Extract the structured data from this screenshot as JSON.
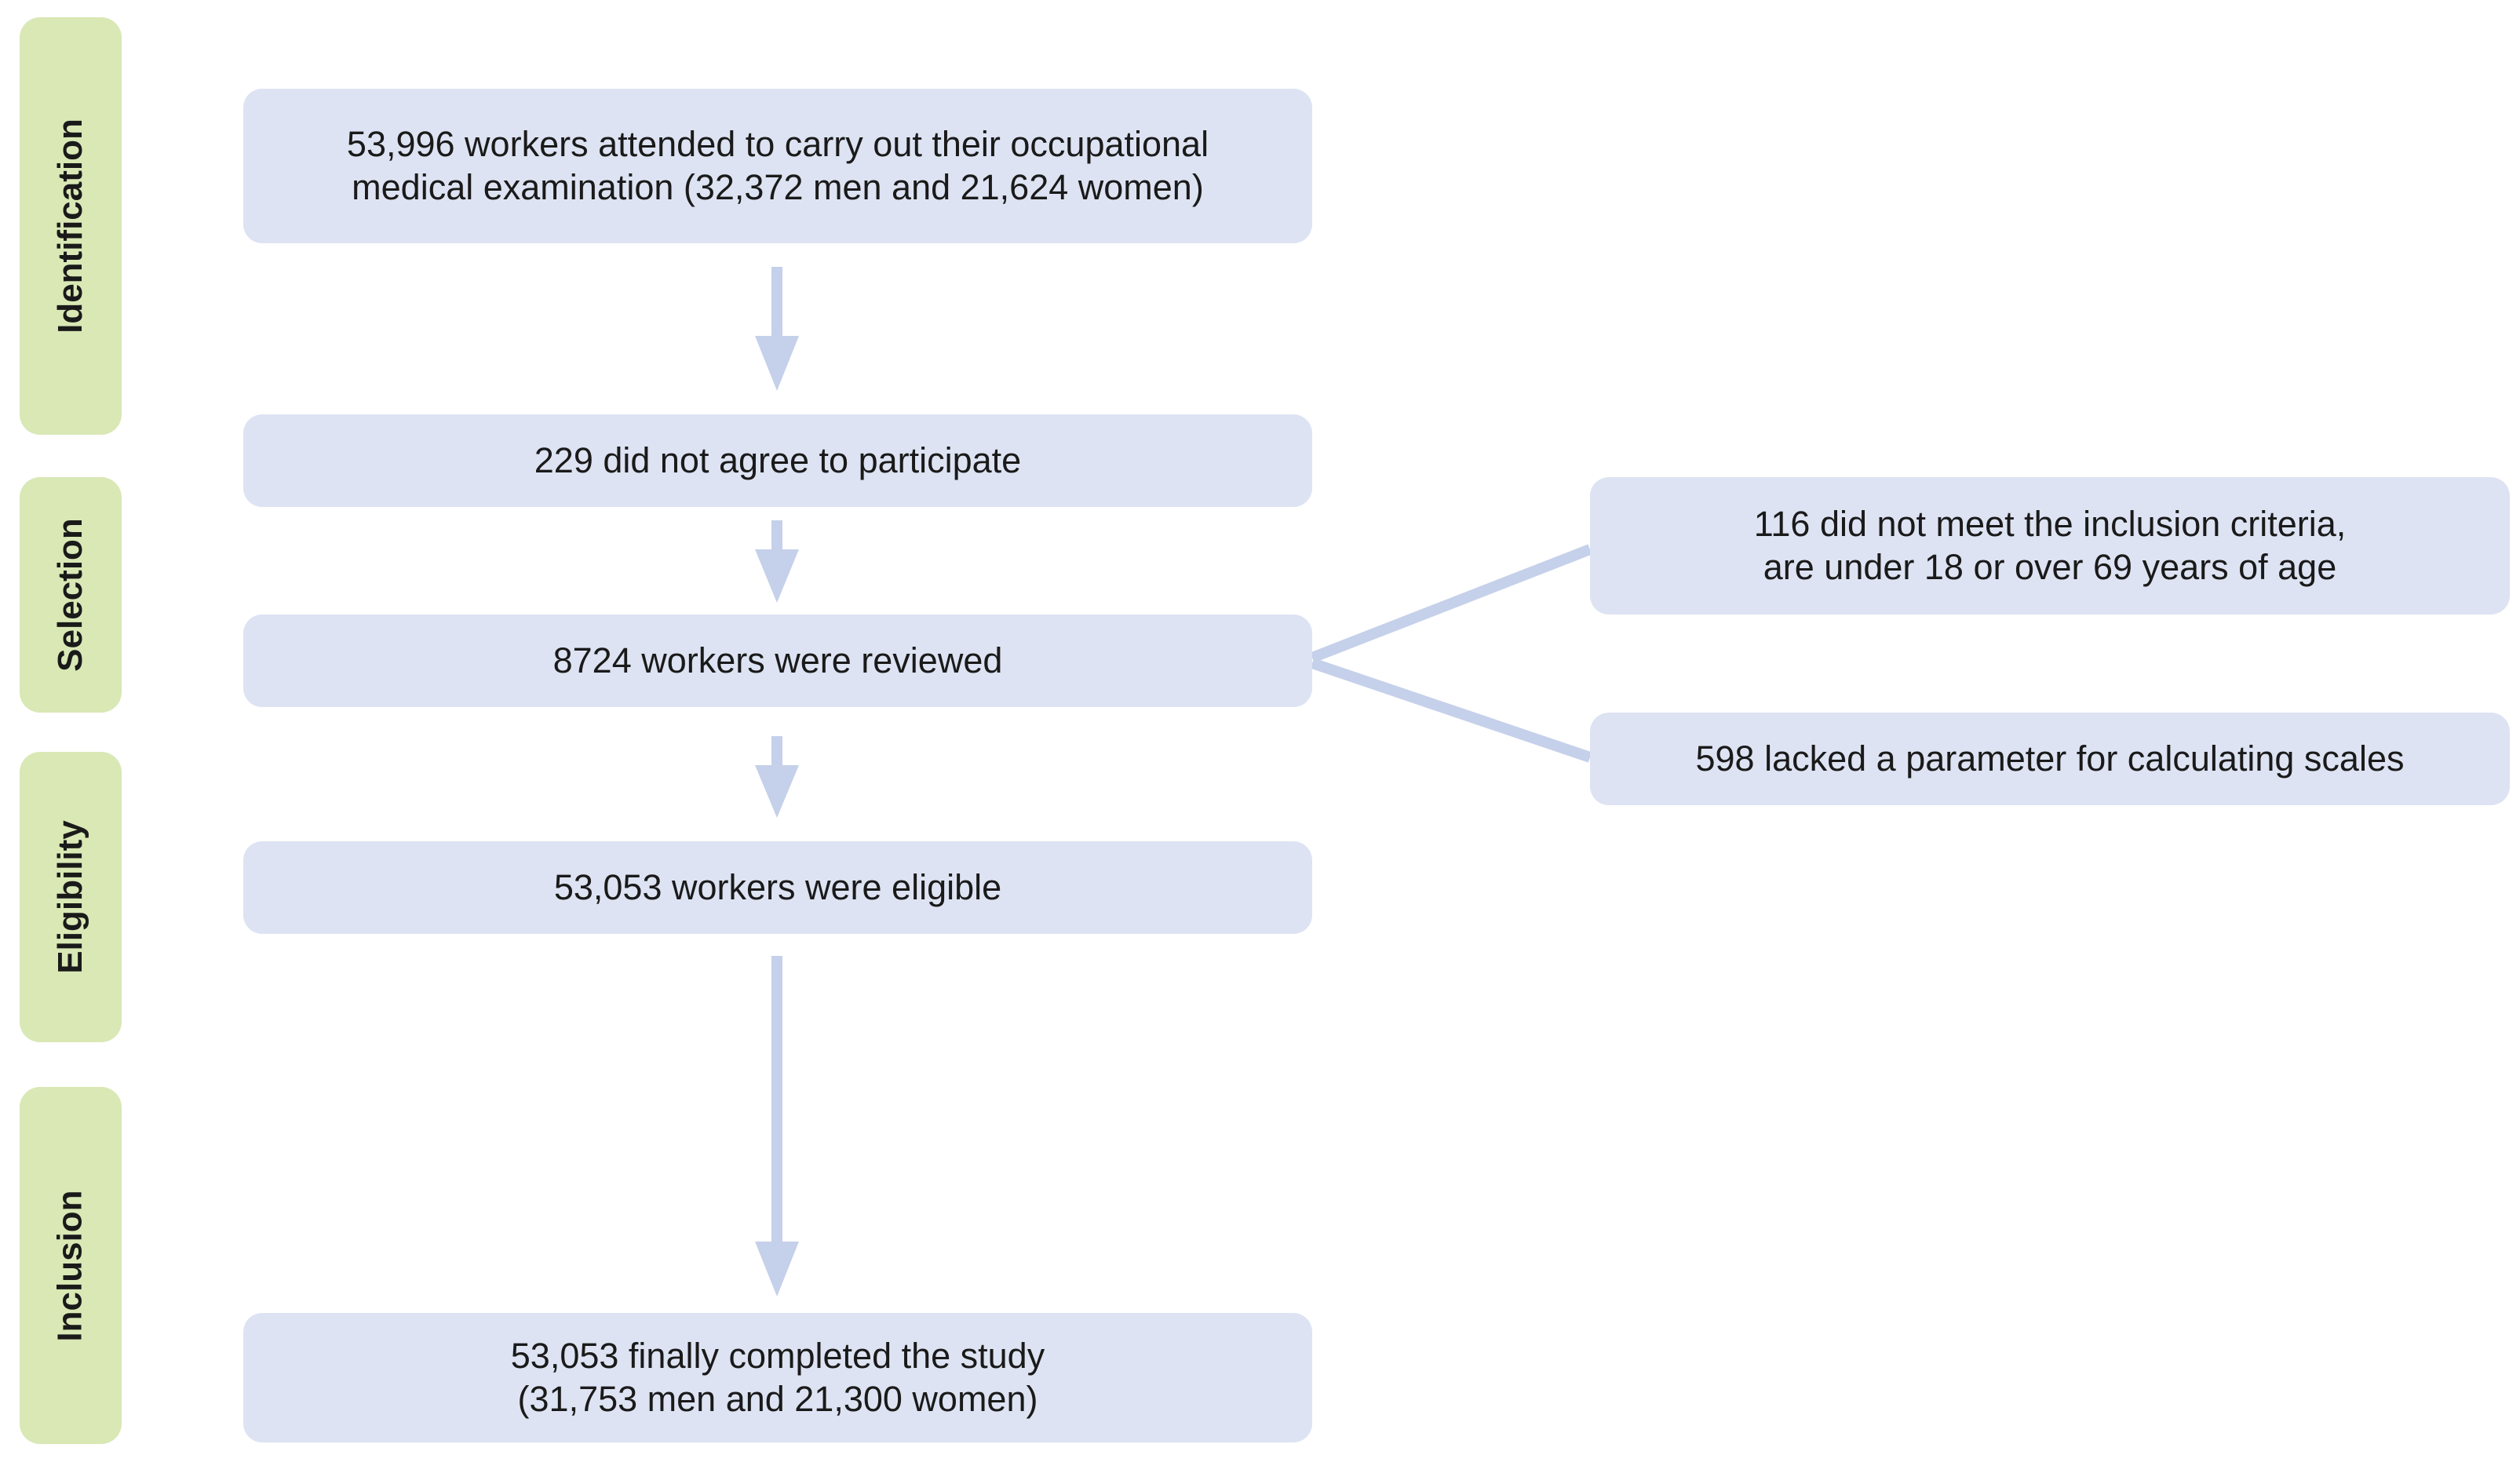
{
  "phases": {
    "identification": "Identification",
    "selection": "Selection",
    "eligibility": "Eligibility",
    "inclusion": "Inclusion"
  },
  "boxes": {
    "attended": {
      "line1": "53,996 workers attended to carry out their occupational",
      "line2": "medical examination (32,372 men and 21,624 women)"
    },
    "declined": "229 did not agree to participate",
    "reviewed": "8724 workers were reviewed",
    "eligible": "53,053 workers were eligible",
    "completed": {
      "line1": "53,053 finally completed the study",
      "line2": "(31,753 men and 21,300 women)"
    },
    "excluded_criteria": {
      "line1": "116 did not meet the inclusion criteria,",
      "line2": "are under 18 or over 69 years of age"
    },
    "excluded_parameter": "598 lacked a parameter for calculating scales"
  },
  "colors": {
    "phase_fill": "#d9e8b5",
    "box_fill": "#dde3f2",
    "connector": "#c5d0ea",
    "text": "#1a1a1a"
  }
}
